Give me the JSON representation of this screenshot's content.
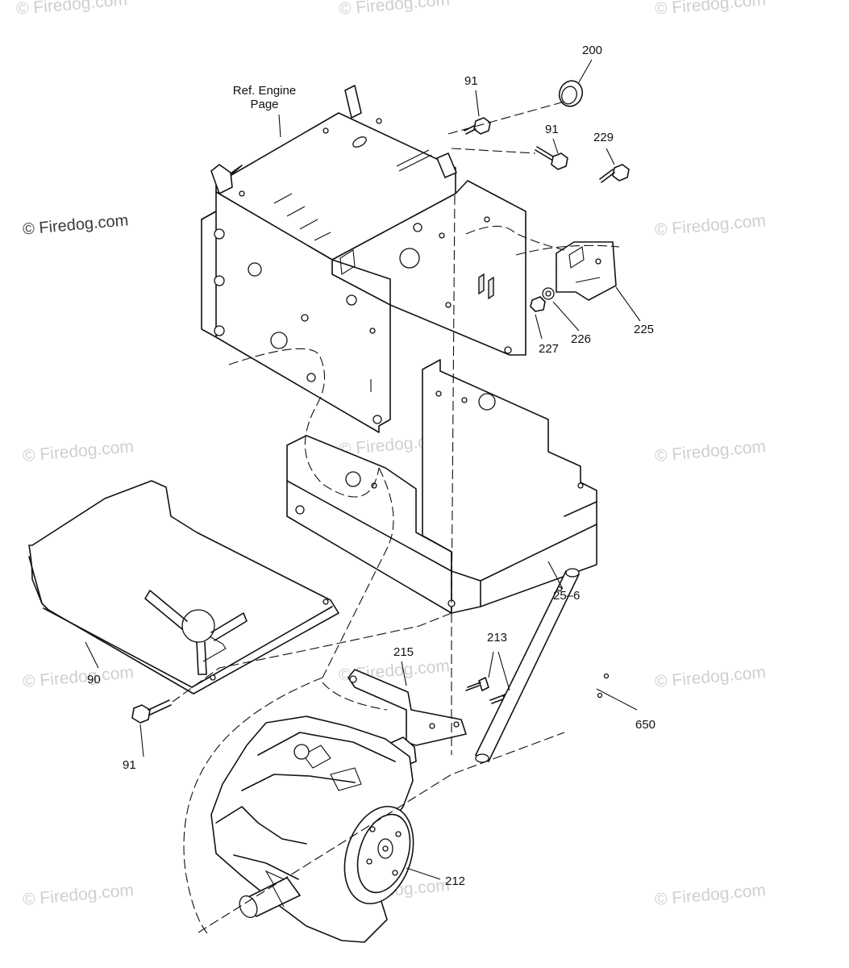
{
  "watermarks": [
    {
      "text": "© Firedog.com",
      "style": "light"
    },
    {
      "text": "© Firedog.com",
      "style": "light"
    },
    {
      "text": "© Firedog.com",
      "style": "light"
    },
    {
      "text": "© Firedog.com",
      "style": "dark"
    },
    {
      "text": "© Firedog.com",
      "style": "light"
    },
    {
      "text": "© Firedog.com",
      "style": "light"
    },
    {
      "text": "© Firedog.com",
      "style": "light"
    },
    {
      "text": "© Firedog.com",
      "style": "light"
    },
    {
      "text": "© Firedog.com",
      "style": "light"
    },
    {
      "text": "© Firedog.com",
      "style": "light"
    },
    {
      "text": "© Firedog.com",
      "style": "light"
    },
    {
      "text": "© Firedog.com",
      "style": "light"
    },
    {
      "text": "© Firedog.com",
      "style": "light"
    },
    {
      "text": "© Firedog.com",
      "style": "light"
    }
  ],
  "callouts": {
    "ref_engine_line1": "Ref. Engine",
    "ref_engine_line2": "Page",
    "p200": "200",
    "p91_top": "91",
    "p91_mid": "91",
    "p229": "229",
    "p225": "225",
    "p226": "226",
    "p227": "227",
    "p25_6": "25–6",
    "p90": "90",
    "p215": "215",
    "p213": "213",
    "p650": "650",
    "p91_bottom": "91",
    "p212": "212"
  },
  "colors": {
    "line": "#111111",
    "watermark": "#cfcfcf",
    "background": "#ffffff"
  }
}
